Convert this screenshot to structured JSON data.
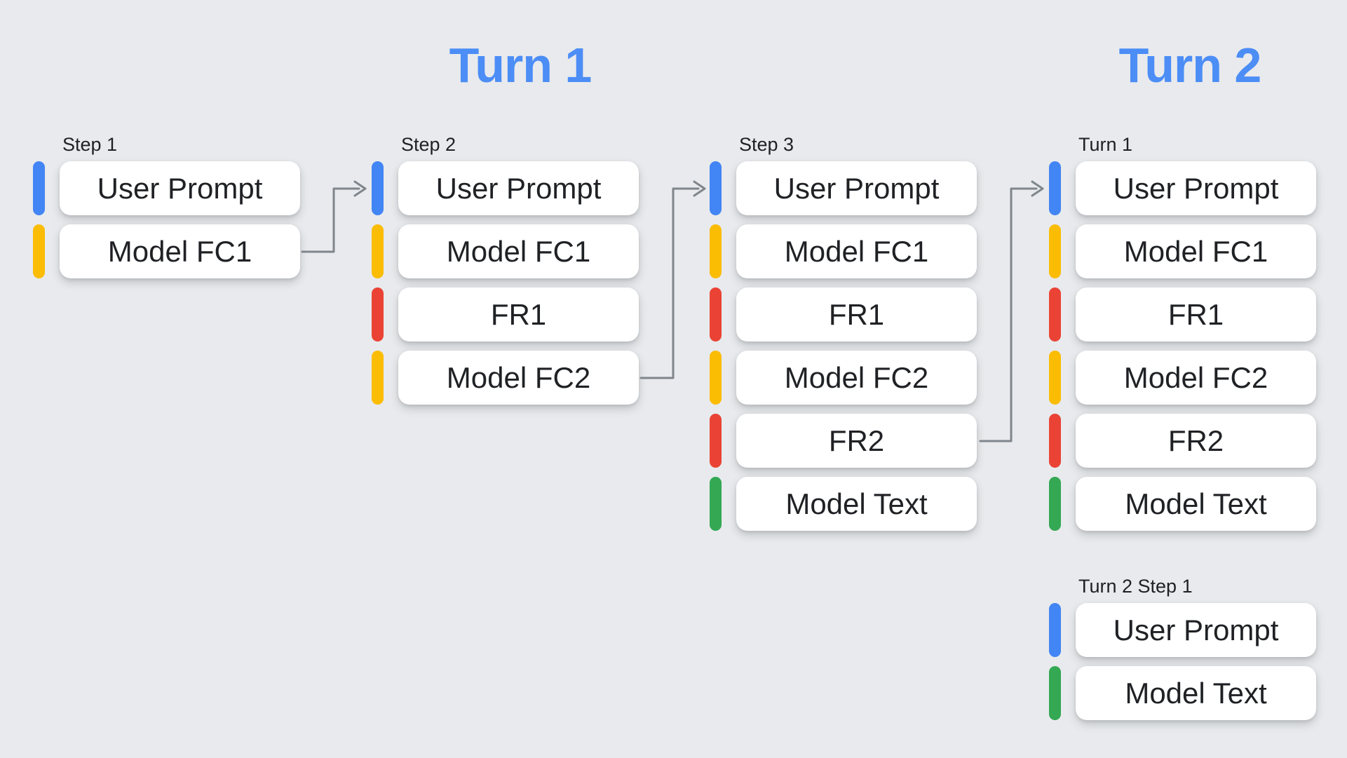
{
  "headers": {
    "turn1": "Turn 1",
    "turn2": "Turn 2"
  },
  "colors": {
    "background": "#E8EAED",
    "header_blue": "#4C8DF6",
    "blue": "#4285F4",
    "yellow": "#FBBC04",
    "red": "#EA4335",
    "green": "#34A853",
    "arrow_gray": "#7F868C",
    "box_text": "#1F2124"
  },
  "columns": [
    {
      "label": "Step 1",
      "items": [
        {
          "text": "User Prompt",
          "color": "blue"
        },
        {
          "text": "Model FC1",
          "color": "yellow"
        }
      ]
    },
    {
      "label": "Step 2",
      "items": [
        {
          "text": "User Prompt",
          "color": "blue"
        },
        {
          "text": "Model FC1",
          "color": "yellow"
        },
        {
          "text": "FR1",
          "color": "red"
        },
        {
          "text": "Model FC2",
          "color": "yellow"
        }
      ]
    },
    {
      "label": "Step 3",
      "items": [
        {
          "text": "User Prompt",
          "color": "blue"
        },
        {
          "text": "Model FC1",
          "color": "yellow"
        },
        {
          "text": "FR1",
          "color": "red"
        },
        {
          "text": "Model FC2",
          "color": "yellow"
        },
        {
          "text": "FR2",
          "color": "red"
        },
        {
          "text": "Model Text",
          "color": "green"
        }
      ]
    },
    {
      "label": "Turn 1",
      "items": [
        {
          "text": "User Prompt",
          "color": "blue"
        },
        {
          "text": "Model FC1",
          "color": "yellow"
        },
        {
          "text": "FR1",
          "color": "red"
        },
        {
          "text": "Model FC2",
          "color": "yellow"
        },
        {
          "text": "FR2",
          "color": "red"
        },
        {
          "text": "Model Text",
          "color": "green"
        }
      ]
    },
    {
      "label": "Turn 2 Step 1",
      "items": [
        {
          "text": "User Prompt",
          "color": "blue"
        },
        {
          "text": "Model Text",
          "color": "green"
        }
      ]
    }
  ],
  "arrows": [
    {
      "from": "Step 1 Model FC1",
      "to": "Step 2 User Prompt"
    },
    {
      "from": "Step 2 Model FC2",
      "to": "Step 3 User Prompt"
    },
    {
      "from": "Step 3 FR2",
      "to": "Turn 1 User Prompt"
    }
  ]
}
